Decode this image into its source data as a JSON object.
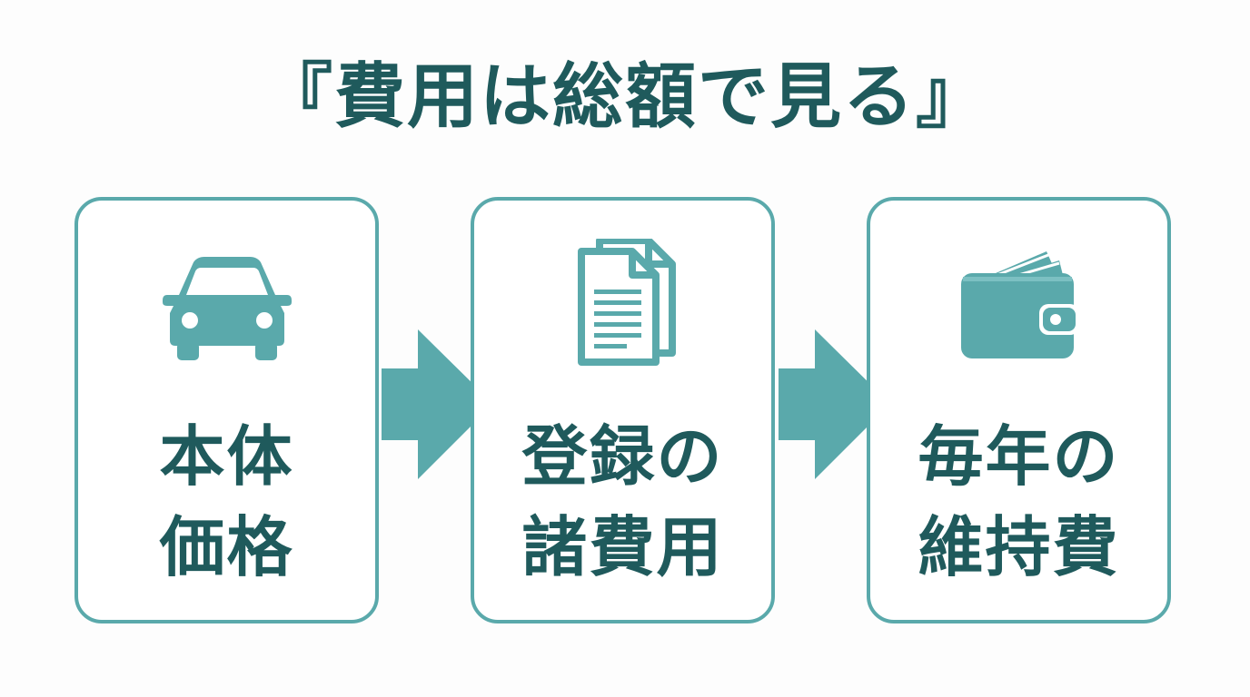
{
  "title": "『費用は総額で見る』",
  "colors": {
    "accent": "#5aa9ab",
    "text": "#1f5a5c",
    "background": "#fdfdfd"
  },
  "steps": [
    {
      "icon": "car-icon",
      "label_lines": [
        "本体",
        "価格"
      ]
    },
    {
      "icon": "documents-icon",
      "label_lines": [
        "登録の",
        "諸費用"
      ]
    },
    {
      "icon": "wallet-icon",
      "label_lines": [
        "毎年の",
        "維持費"
      ]
    }
  ]
}
